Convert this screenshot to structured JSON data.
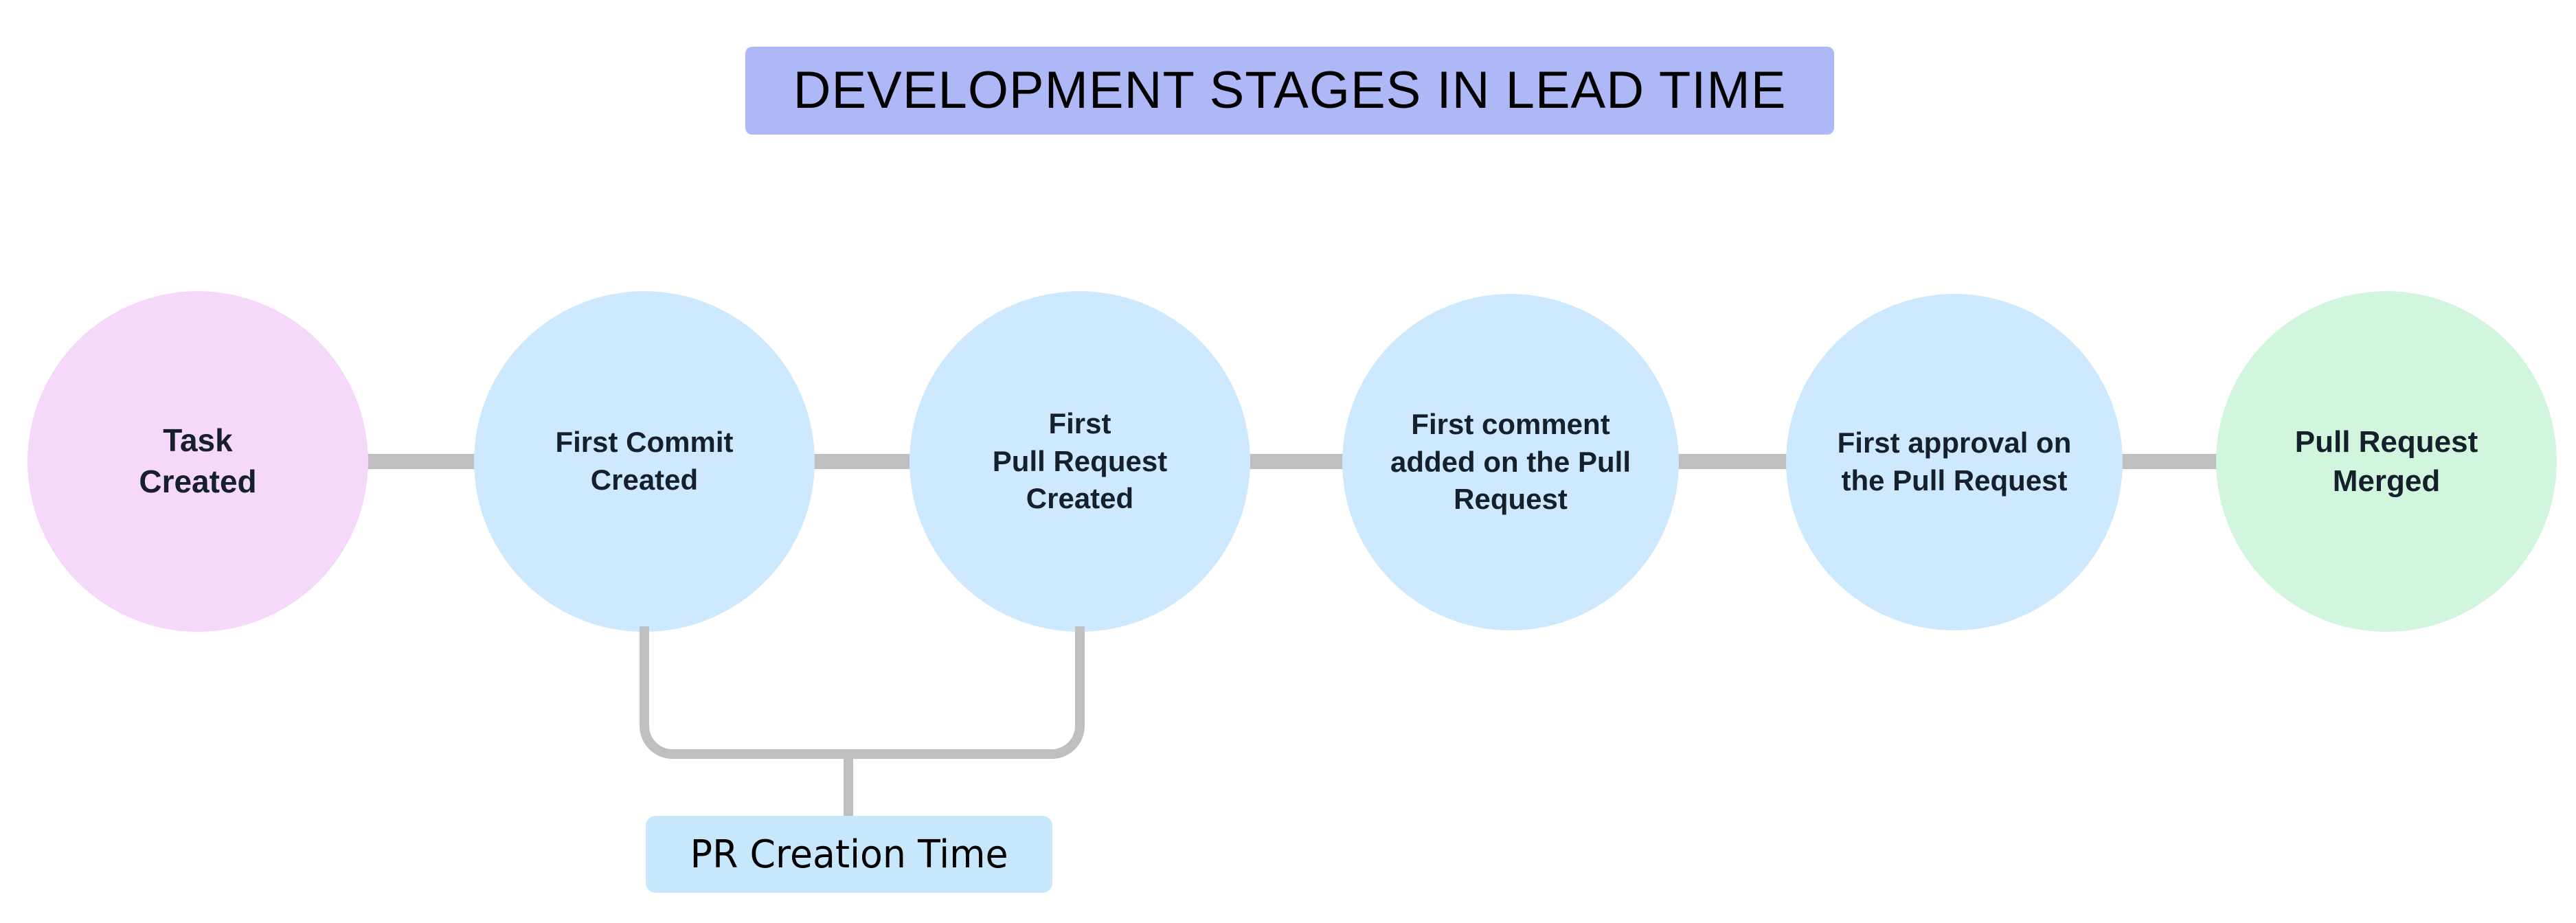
{
  "diagram": {
    "title": "DEVELOPMENT STAGES IN LEAD TIME",
    "title_bg": "#aeb8f7",
    "background": "#ffffff",
    "connector_color": "#bfbfbf",
    "text_color": "#16202d"
  },
  "nodes": [
    {
      "id": "task-created",
      "label": "Task\nCreated",
      "color": "#f6d8fb"
    },
    {
      "id": "first-commit-created",
      "label": "First Commit\nCreated",
      "color": "#cee9fd"
    },
    {
      "id": "first-pull-request",
      "label": "First\nPull Request\nCreated",
      "color": "#cee9fd"
    },
    {
      "id": "first-comment",
      "label": "First comment\nadded on the Pull\nRequest",
      "color": "#cee9fd"
    },
    {
      "id": "first-approval",
      "label": "First approval on\nthe Pull Request",
      "color": "#cee9fd"
    },
    {
      "id": "pull-request-merged",
      "label": "Pull Request\nMerged",
      "color": "#d2f5de"
    }
  ],
  "annotation": {
    "label": "PR Creation Time",
    "bg": "#c9e7fb",
    "spans_from": "First Commit Created",
    "spans_to": "First Pull Request Created"
  }
}
